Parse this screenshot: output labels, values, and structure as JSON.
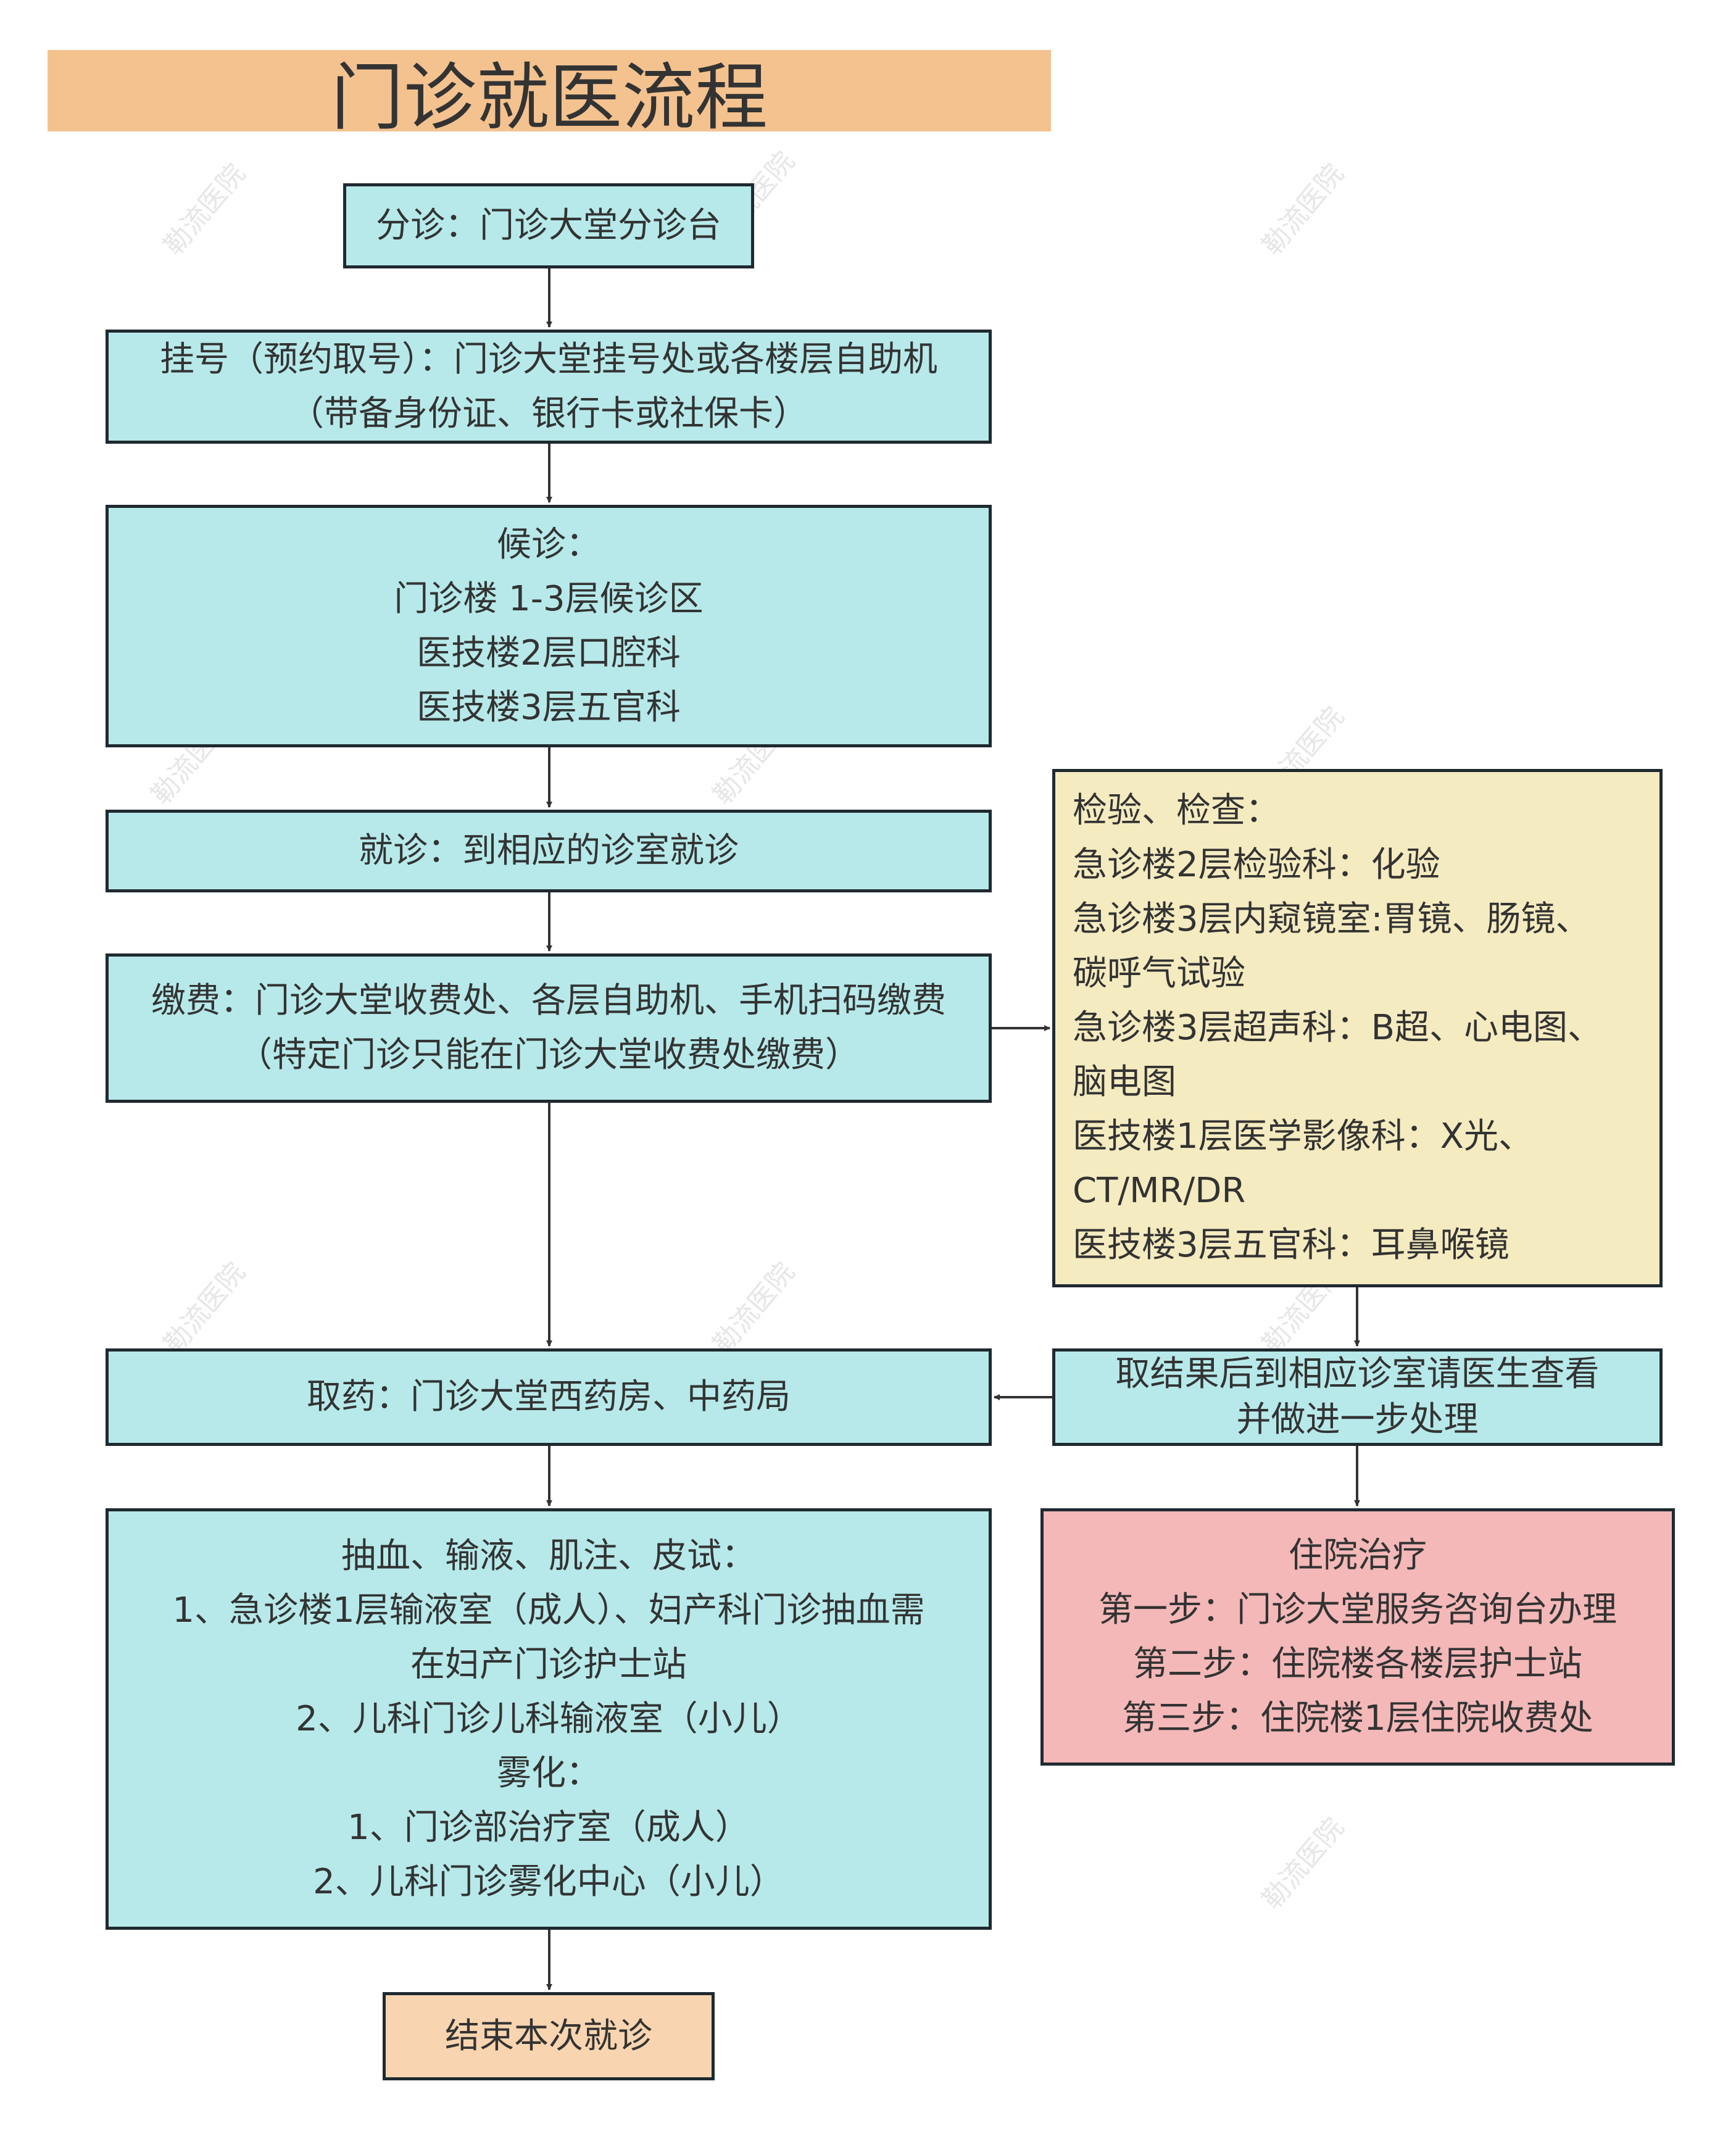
{
  "watermark": "勒流医院",
  "title": "门诊就医流程",
  "steps": {
    "triage": {
      "lines": [
        "分诊：门诊大堂分诊台"
      ]
    },
    "register": {
      "lines": [
        "挂号（预约取号）：门诊大堂挂号处或各楼层自助机",
        "（带备身份证、银行卡或社保卡）"
      ]
    },
    "waiting": {
      "lines": [
        "候诊：",
        "门诊楼 1-3层候诊区",
        "医技楼2层口腔科",
        "医技楼3层五官科"
      ]
    },
    "consult": {
      "lines": [
        "就诊：到相应的诊室就诊"
      ]
    },
    "payment": {
      "lines": [
        "缴费：门诊大堂收费处、各层自助机、手机扫码缴费",
        "（特定门诊只能在门诊大堂收费处缴费）"
      ]
    },
    "pharmacy": {
      "lines": [
        "取药：门诊大堂西药房、中药局"
      ]
    },
    "treatment": {
      "lines": [
        "抽血、输液、肌注、皮试：",
        "1、急诊楼1层输液室（成人）、妇产科门诊抽血需",
        "在妇产门诊护士站",
        "2、儿科门诊儿科输液室（小儿）",
        "雾化：",
        "1、门诊部治疗室（成人）",
        "2、儿科门诊雾化中心（小儿）"
      ]
    },
    "end": {
      "lines": [
        "结束本次就诊"
      ]
    },
    "tests": {
      "lines": [
        "检验、检查：",
        "急诊楼2层检验科：化验",
        "急诊楼3层内窥镜室:胃镜、肠镜、",
        "碳呼气试验",
        "急诊楼3层超声科：B超、心电图、",
        "脑电图",
        "医技楼1层医学影像科：X光、",
        "CT/MR/DR",
        "医技楼3层五官科：耳鼻喉镜"
      ]
    },
    "results": {
      "lines": [
        "取结果后到相应诊室请医生查看",
        "并做进一步处理"
      ]
    },
    "inpatient": {
      "lines": [
        "住院治疗",
        "第一步：门诊大堂服务咨询台办理",
        "第二步：住院楼各楼层护士站",
        "第三步：住院楼1层住院收费处"
      ]
    }
  },
  "colors": {
    "cyan": "#b7e9ea",
    "yellow": "#f5ebc0",
    "pink": "#f4b8b8",
    "title": "#f4c28f",
    "end": "#f8d5b0",
    "border": "#1f2a30"
  }
}
